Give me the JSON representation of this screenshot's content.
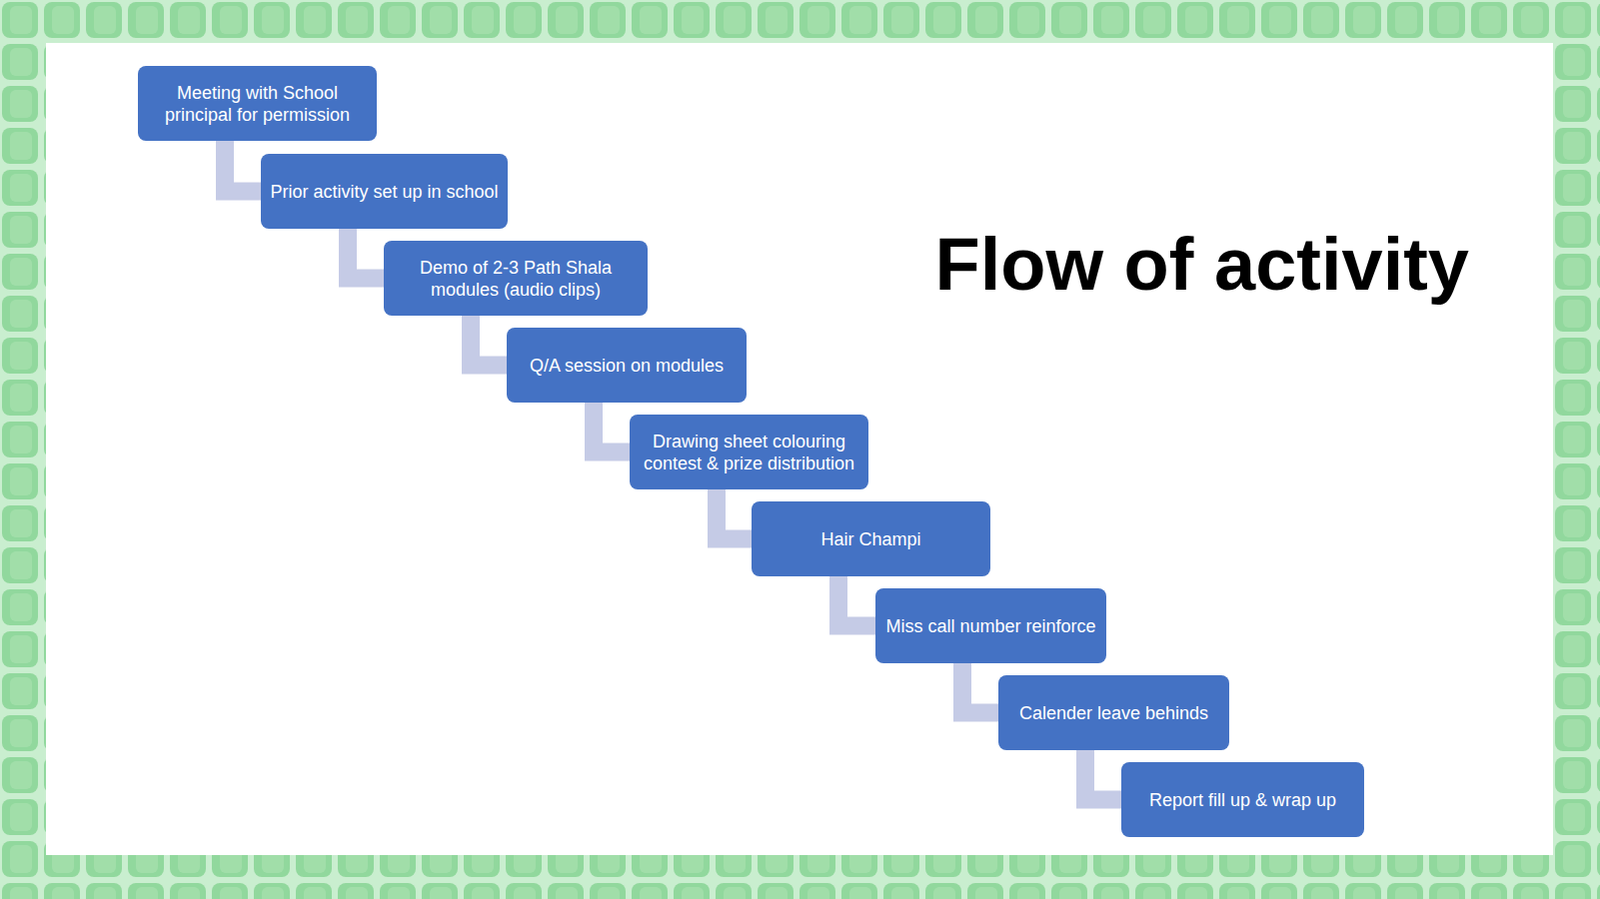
{
  "diagram": {
    "title": "Flow of activity",
    "nodes": [
      {
        "text": [
          "Meeting with School principal for permission"
        ]
      },
      {
        "text": [
          "Prior activity set up in school"
        ]
      },
      {
        "text": [
          "Demo of 2-3 Path Shala modules (audio clips)"
        ]
      },
      {
        "text": [
          "Q/A session on modules"
        ]
      },
      {
        "text": [
          "Drawing sheet colouring contest & prize distribution"
        ]
      },
      {
        "text": [
          "Hair Champi"
        ]
      },
      {
        "text": [
          "Miss call number reinforce"
        ]
      },
      {
        "text": [
          "Calender leave behinds"
        ]
      },
      {
        "text": [
          "Report fill up & wrap up"
        ]
      }
    ],
    "edges": [
      {
        "from": 0,
        "to": 1,
        "arrow": "none"
      },
      {
        "from": 1,
        "to": 2,
        "arrow": "none"
      },
      {
        "from": 2,
        "to": 3,
        "arrow": "none"
      },
      {
        "from": 3,
        "to": 4,
        "arrow": "none"
      },
      {
        "from": 4,
        "to": 5,
        "arrow": "none"
      },
      {
        "from": 5,
        "to": 6,
        "arrow": "none"
      },
      {
        "from": 6,
        "to": 7,
        "arrow": "none"
      },
      {
        "from": 7,
        "to": 8,
        "arrow": "none"
      }
    ]
  }
}
